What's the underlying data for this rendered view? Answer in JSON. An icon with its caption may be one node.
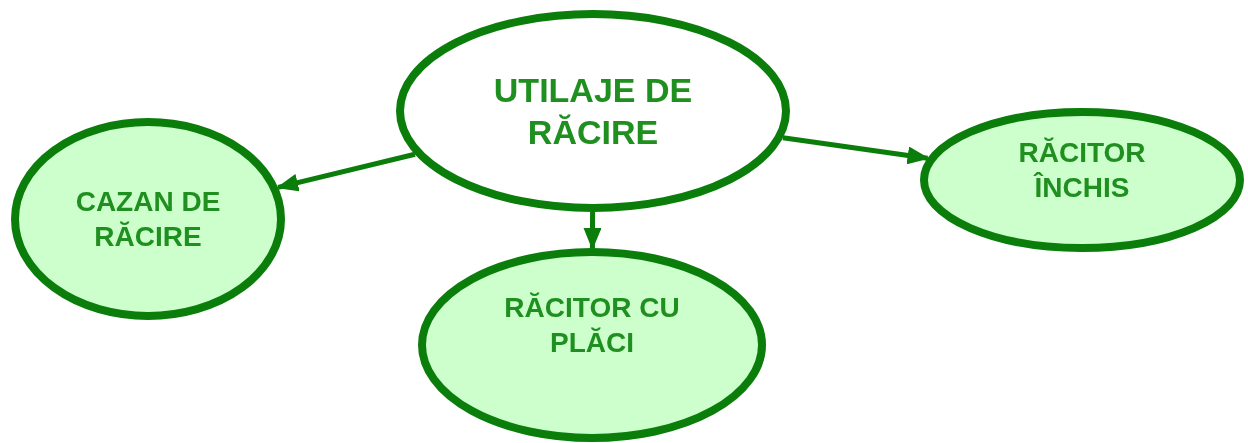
{
  "diagram": {
    "nodes": [
      {
        "text": [
          "UTILAJE DE RĂCIRE"
        ]
      },
      {
        "text": [
          "CAZAN DE RĂCIRE"
        ]
      },
      {
        "text": [
          "RĂCITOR CU PLĂCI"
        ]
      },
      {
        "text": [
          "RĂCITOR ÎNCHIS"
        ]
      }
    ],
    "edges": [
      {
        "from": 0,
        "to": 1,
        "arrow": "to"
      },
      {
        "from": 0,
        "to": 2,
        "arrow": "to"
      },
      {
        "from": 0,
        "to": 3,
        "arrow": "to"
      }
    ]
  }
}
